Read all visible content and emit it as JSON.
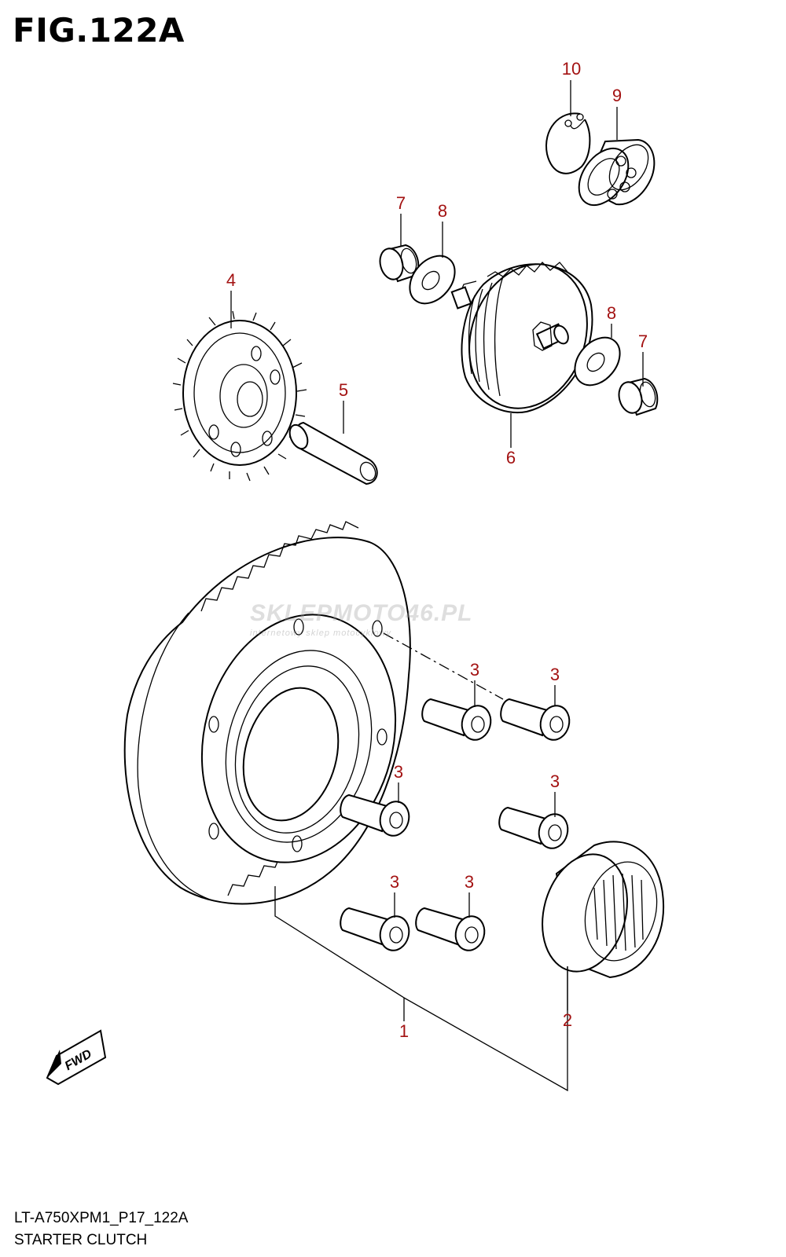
{
  "figure": {
    "title": "FIG.122A",
    "model_code": "LT-A750XPM1_P17_122A",
    "section_name": "STARTER CLUTCH"
  },
  "fwd_label": "FWD",
  "watermark": {
    "brand": "SKLEPMOTO46.PL",
    "tagline": "internetowy sklep motocyklowy"
  },
  "colors": {
    "callout": "#a31212",
    "line": "#000000",
    "background": "#ffffff"
  },
  "callouts": [
    {
      "id": "c10",
      "label": "10",
      "part": "circlip"
    },
    {
      "id": "c9",
      "label": "9",
      "part": "ball-bearing"
    },
    {
      "id": "c7a",
      "label": "7",
      "part": "bushing"
    },
    {
      "id": "c8a",
      "label": "8",
      "part": "washer"
    },
    {
      "id": "c4",
      "label": "4",
      "part": "idler-gear"
    },
    {
      "id": "c5",
      "label": "5",
      "part": "shaft"
    },
    {
      "id": "c8b",
      "label": "8",
      "part": "washer"
    },
    {
      "id": "c7b",
      "label": "7",
      "part": "bushing"
    },
    {
      "id": "c6",
      "label": "6",
      "part": "torque-limiter"
    },
    {
      "id": "c3a",
      "label": "3",
      "part": "bolt"
    },
    {
      "id": "c3b",
      "label": "3",
      "part": "bolt"
    },
    {
      "id": "c3c",
      "label": "3",
      "part": "bolt"
    },
    {
      "id": "c3d",
      "label": "3",
      "part": "bolt"
    },
    {
      "id": "c3e",
      "label": "3",
      "part": "bolt"
    },
    {
      "id": "c3f",
      "label": "3",
      "part": "bolt"
    },
    {
      "id": "c1",
      "label": "1",
      "part": "starter-clutch-assembly"
    },
    {
      "id": "c2",
      "label": "2",
      "part": "one-way-clutch"
    }
  ]
}
